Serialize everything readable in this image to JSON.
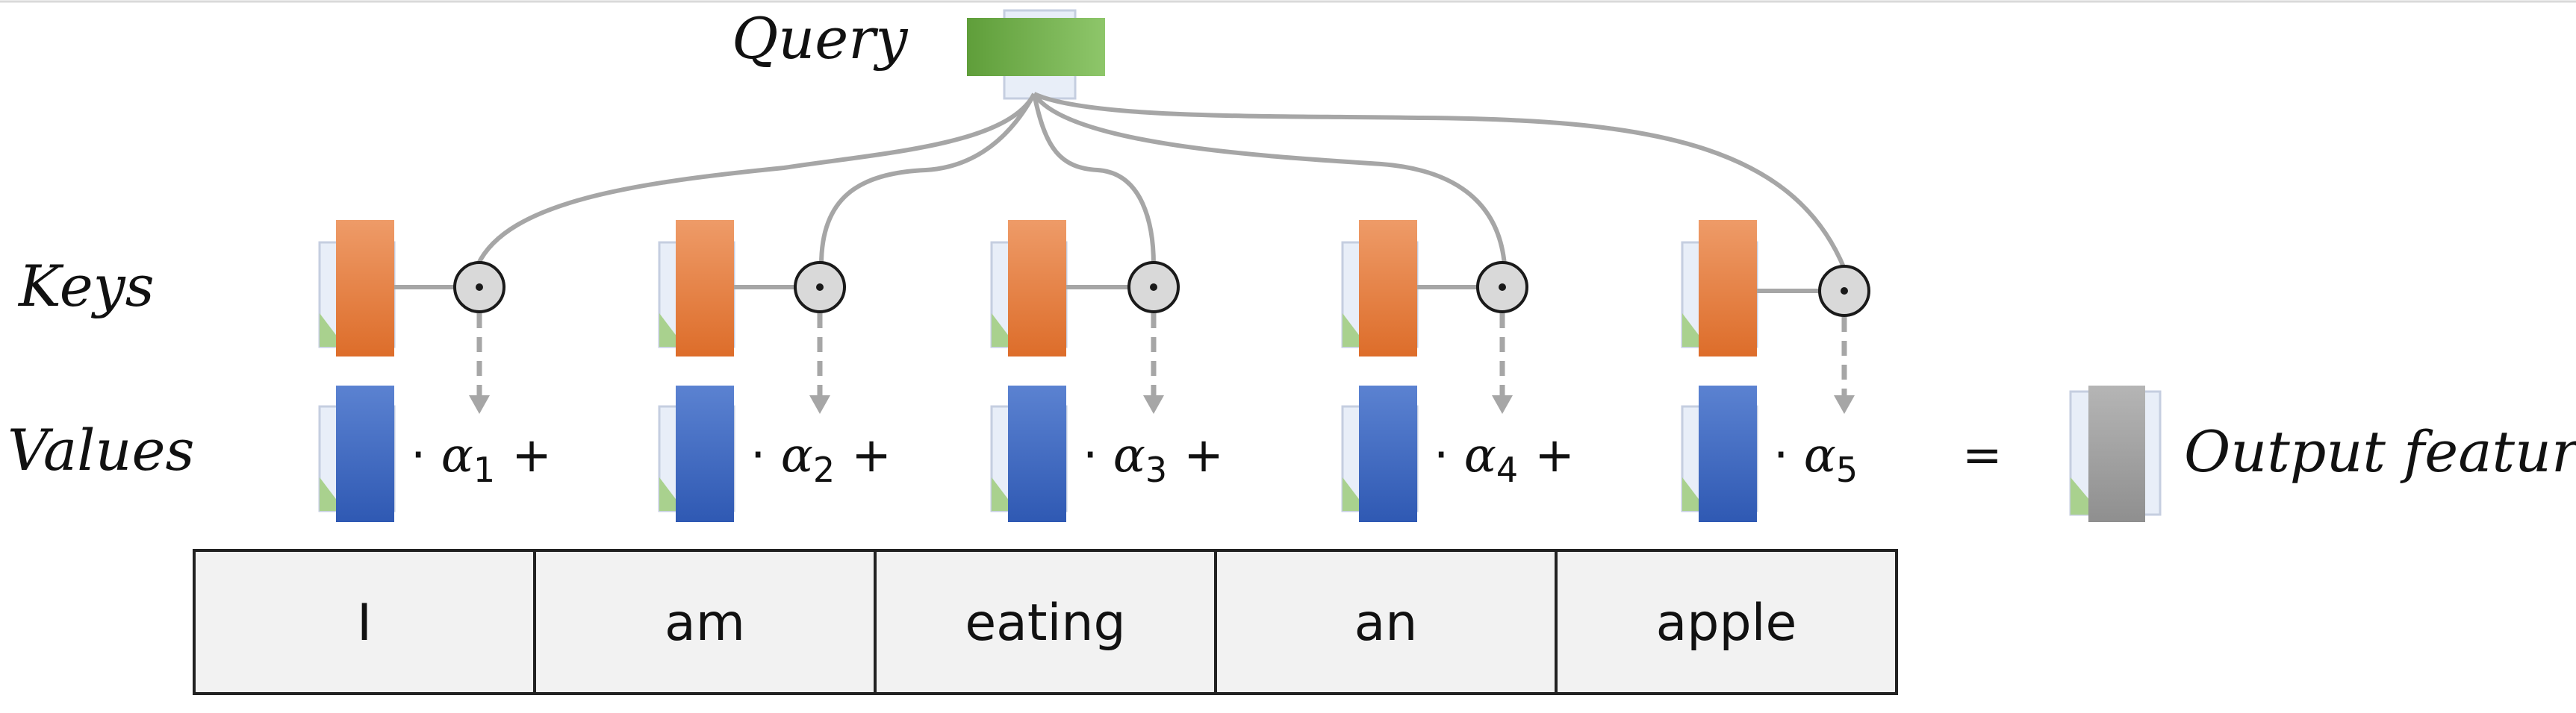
{
  "labels": {
    "query": "Query",
    "keys": "Keys",
    "values": "Values",
    "output": "Output features",
    "equals": "="
  },
  "dot_symbol": "·",
  "plus_symbol": "+",
  "alpha_symbol": "α",
  "alpha_indices": [
    "1",
    "2",
    "3",
    "4",
    "5"
  ],
  "tokens": [
    "I",
    "am",
    "eating",
    "an",
    "apple"
  ],
  "colors": {
    "query": "#70ad47",
    "key": "#ed7d31",
    "value": "#4472c4",
    "output": "#a6a6a6",
    "connector": "#a6a6a6",
    "token_fill": "#f2f2f2",
    "token_border": "#222222"
  },
  "icons": {
    "dot_product": "circled-dot-icon",
    "arrow": "dashed-down-arrow-icon"
  }
}
